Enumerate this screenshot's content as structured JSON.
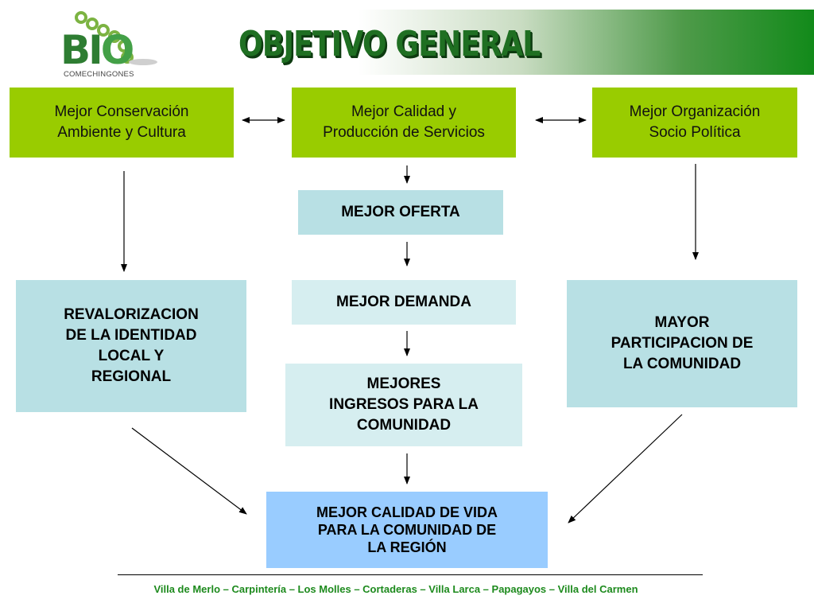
{
  "header": {
    "title": "OBJETIVO GENERAL",
    "logo_word_b": "B",
    "logo_word_i": "I",
    "logo_word_o": "O",
    "logo_subtitle": "COMECHINGONES"
  },
  "top_row": {
    "left": "Mejor Conservación\nAmbiente y Cultura",
    "center": "Mejor Calidad y\nProducción de Servicios",
    "right": "Mejor Organización\nSocio Política"
  },
  "center_chain": {
    "oferta": "MEJOR OFERTA",
    "demanda": "MEJOR DEMANDA",
    "ingresos": "MEJORES\nINGRESOS PARA LA\nCOMUNIDAD"
  },
  "side_boxes": {
    "left": "REVALORIZACION\nDE LA IDENTIDAD\nLOCAL Y\nREGIONAL",
    "right": "MAYOR\nPARTICIPACION DE\nLA COMUNIDAD"
  },
  "result": "MEJOR CALIDAD DE VIDA\nPARA LA COMUNIDAD DE\nLA REGIÓN",
  "footer": "Villa de  Merlo – Carpintería – Los Molles – Cortaderas – Villa Larca – Papagayos – Villa del Carmen",
  "colors": {
    "green_box": "#99cc00",
    "teal_box": "#b8e0e4",
    "light_teal_box": "#d6eef0",
    "blue_box": "#99ccff",
    "title_green": "#1f6f22",
    "footer_green": "#1d8a1d"
  }
}
